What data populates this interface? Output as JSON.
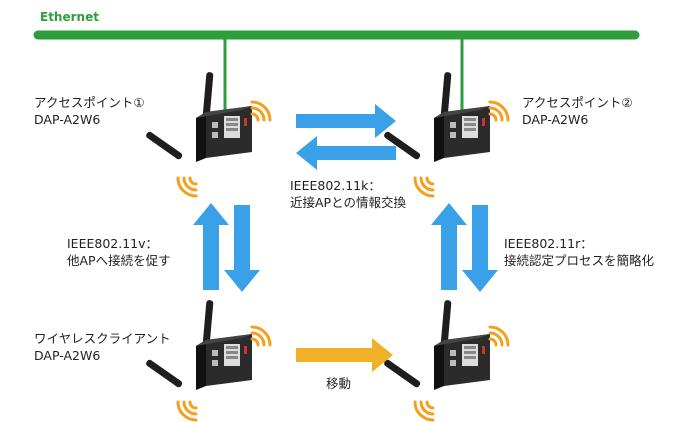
{
  "network": {
    "label": "Ethernet",
    "color": "#2e9e3c"
  },
  "ap1": {
    "name": "アクセスポイント①",
    "model": "DAP-A2W6"
  },
  "ap2": {
    "name": "アクセスポイント②",
    "model": "DAP-A2W6"
  },
  "client": {
    "name": "ワイヤレスクライアント",
    "model": "DAP-A2W6"
  },
  "links": {
    "k": {
      "line1": "IEEE802.11k：",
      "line2": "近接APとの情報交換"
    },
    "v": {
      "line1": "IEEE802.11v：",
      "line2": "他APへ接続を促す"
    },
    "r": {
      "line1": "IEEE802.11r：",
      "line2": "接続認定プロセスを簡略化"
    },
    "move": {
      "label": "移動"
    }
  },
  "colors": {
    "arrow_blue": "#3aa0e8",
    "arrow_orange": "#f0b027",
    "wifi_orange": "#f5a01c",
    "device_body": "#2b2b2b"
  },
  "icons": [
    "router-icon",
    "wifi-signal-icon",
    "antenna-icon"
  ]
}
